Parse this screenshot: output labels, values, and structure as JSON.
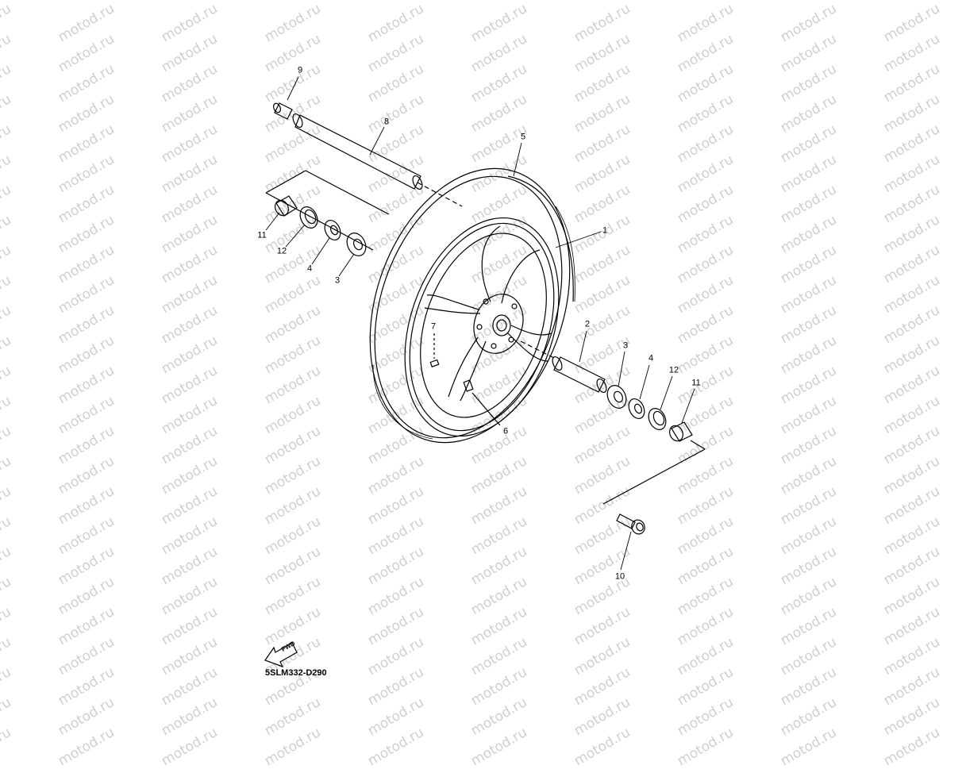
{
  "watermark": {
    "text": "motod.ru",
    "color": "#cfcfcf"
  },
  "diagram": {
    "code": "5SLM332-D290",
    "fwd_label": "FWD",
    "callouts": [
      {
        "id": "c9",
        "label": "9"
      },
      {
        "id": "c8",
        "label": "8"
      },
      {
        "id": "c5",
        "label": "5"
      },
      {
        "id": "c1",
        "label": "1"
      },
      {
        "id": "c11a",
        "label": "11"
      },
      {
        "id": "c12a",
        "label": "12"
      },
      {
        "id": "c4a",
        "label": "4"
      },
      {
        "id": "c3a",
        "label": "3"
      },
      {
        "id": "c7",
        "label": "7"
      },
      {
        "id": "c2",
        "label": "2"
      },
      {
        "id": "c3b",
        "label": "3"
      },
      {
        "id": "c4b",
        "label": "4"
      },
      {
        "id": "c12b",
        "label": "12"
      },
      {
        "id": "c11b",
        "label": "11"
      },
      {
        "id": "c6",
        "label": "6"
      },
      {
        "id": "c10",
        "label": "10"
      }
    ]
  }
}
